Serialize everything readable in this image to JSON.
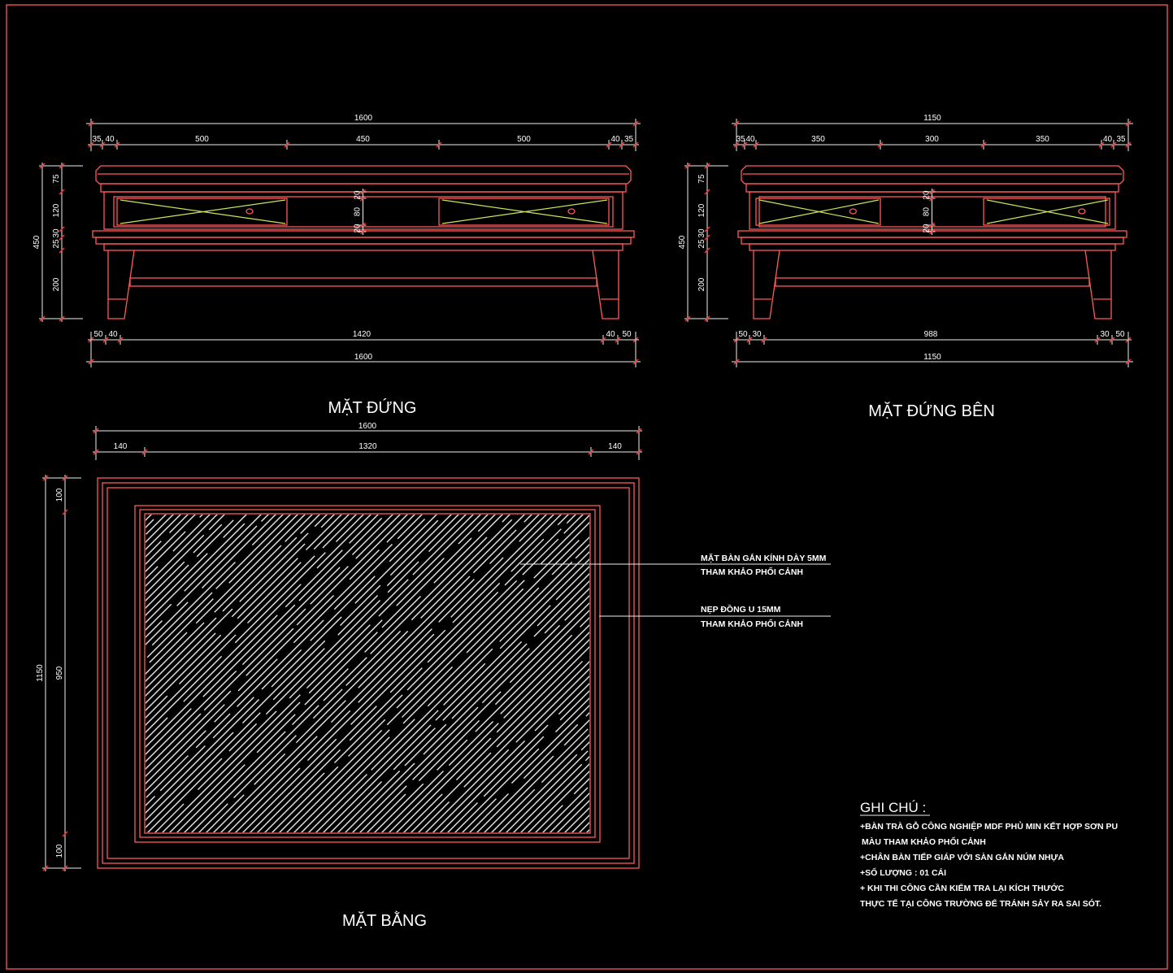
{
  "front_view": {
    "title": "MẶT ĐỨNG",
    "top_total": "1600",
    "top_segments": [
      "35",
      "40",
      "500",
      "450",
      "500",
      "40",
      "35"
    ],
    "left_total": "450",
    "left_segments": [
      "75",
      "120",
      "30",
      "25",
      "200"
    ],
    "drawer_segments": [
      "20",
      "80",
      "20"
    ],
    "bottom_segments": [
      "50",
      "40",
      "1420",
      "40",
      "50"
    ],
    "bottom_total": "1600"
  },
  "side_view": {
    "title": "MẶT ĐỨNG BÊN",
    "top_total": "1150",
    "top_segments": [
      "35",
      "40",
      "350",
      "300",
      "350",
      "40",
      "35"
    ],
    "left_total": "450",
    "left_segments": [
      "75",
      "120",
      "30",
      "25",
      "200"
    ],
    "drawer_segments": [
      "20",
      "80",
      "20"
    ],
    "bottom_segments": [
      "50",
      "30",
      "988",
      "30",
      "50"
    ],
    "bottom_total": "1150"
  },
  "plan_view": {
    "title": "MẶT BẰNG",
    "top_total": "1600",
    "top_segments": [
      "140",
      "1320",
      "140"
    ],
    "left_total": "1150",
    "left_segments": [
      "100",
      "950",
      "100"
    ],
    "callouts": [
      {
        "line1": "MẶT BÀN GẮN KÍNH DÀY 5MM",
        "line2": "THAM KHẢO PHỐI CẢNH"
      },
      {
        "line1": "NẸP ĐỒNG U 15MM",
        "line2": "THAM KHẢO PHỐI CẢNH"
      }
    ]
  },
  "notes": {
    "heading": "GHI CHÚ :",
    "lines": [
      "+BÀN TRÀ GỖ CÔNG NGHIỆP MDF PHỦ MIN KẾT HỢP SƠN PU",
      " MÀU THAM KHẢO PHỐI CẢNH",
      "+CHÂN BÀN TIẾP GIÁP VỚI SÀN GẮN NÚM NHỰA",
      "+SỐ LƯỢNG : 01 CÁI",
      "+ KHI THI CÔNG CẦN KIỂM TRA LẠI KÍCH THƯỚC",
      "THỰC TẾ TẠI CÔNG TRƯỜNG ĐỂ TRÁNH SẢY RA SAI SÓT."
    ]
  },
  "colors": {
    "background": "#000000",
    "outline": "#ff5a5a",
    "dimension": "#f0f0f0",
    "drawer_cross": "#c8e65a"
  }
}
